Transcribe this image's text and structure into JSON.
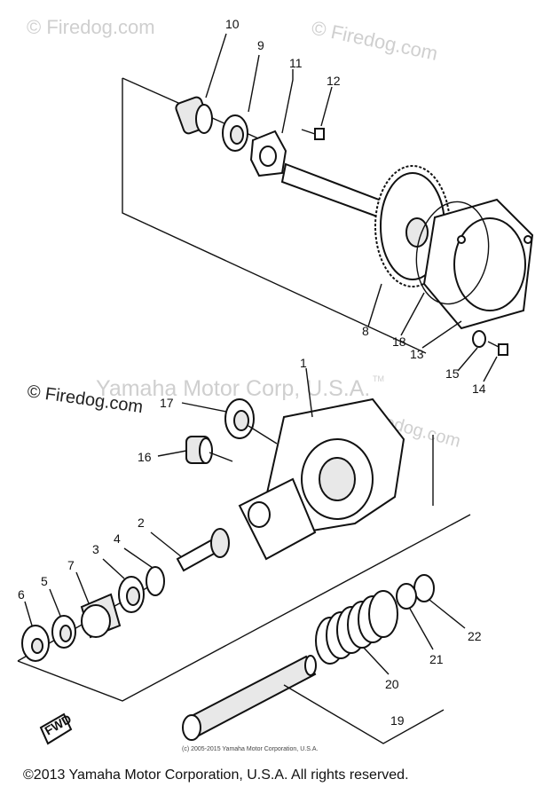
{
  "watermarks": {
    "top_left": "© Firedog.com",
    "top_right": "© Firedog.com",
    "mid_right": "© Firedog.com",
    "mid_left": "© Firedog.com",
    "center": "Yamaha Motor Corp, U.S.A.",
    "tm": "TM"
  },
  "labels": {
    "p1": "1",
    "p2": "2",
    "p3": "3",
    "p4": "4",
    "p5": "5",
    "p6": "6",
    "p7": "7",
    "p8": "8",
    "p9": "9",
    "p10": "10",
    "p11": "11",
    "p12": "12",
    "p13": "13",
    "p14": "14",
    "p15": "15",
    "p16": "16",
    "p17": "17",
    "p18": "18",
    "p19": "19",
    "p20": "20",
    "p21": "21",
    "p22": "22"
  },
  "fwd": "FWD",
  "inner_copyright": "(c) 2005-2015 Yamaha Motor Corporation, U.S.A.",
  "footer": "©2013 Yamaha Motor Corporation, U.S.A. All rights reserved."
}
